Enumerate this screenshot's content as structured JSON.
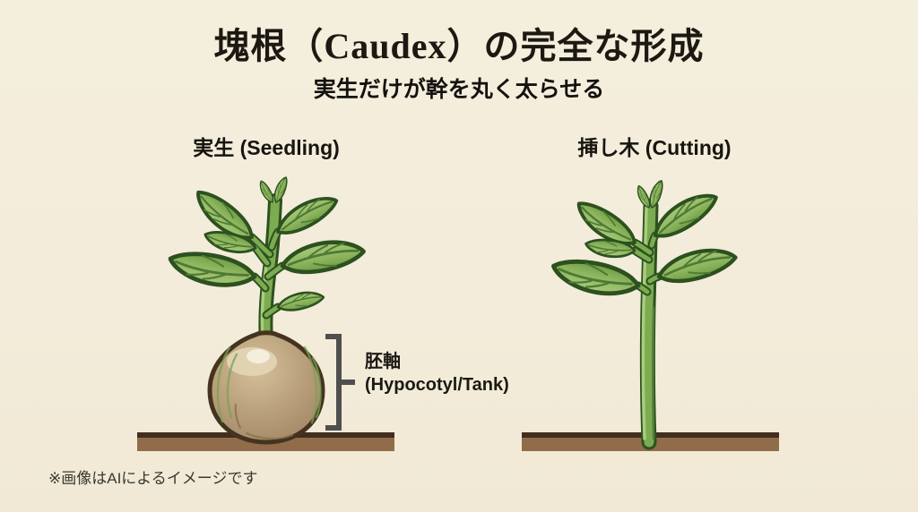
{
  "title": "塊根（Caudex）の完全な形成",
  "subtitle": "実生だけが幹を丸く太らせる",
  "panels": {
    "left": {
      "label": "実生 (Seedling)"
    },
    "right": {
      "label": "挿し木 (Cutting)"
    }
  },
  "annotation": {
    "ja": "胚軸",
    "en": "(Hypocotyl/Tank)"
  },
  "footnote": "※画像はAIによるイメージです",
  "colors": {
    "background": "#f3ecda",
    "text": "#1c1912",
    "ground_edge": "#402e1e",
    "ground_soil": "#916c4b",
    "leaf_green": "#8fb75f",
    "leaf_outline": "#2c511f",
    "stem_green": "#7cab51",
    "caudex_tan": "#b59b77",
    "caudex_outline": "#44331f",
    "bracket_gray": "#4f4f4f"
  }
}
